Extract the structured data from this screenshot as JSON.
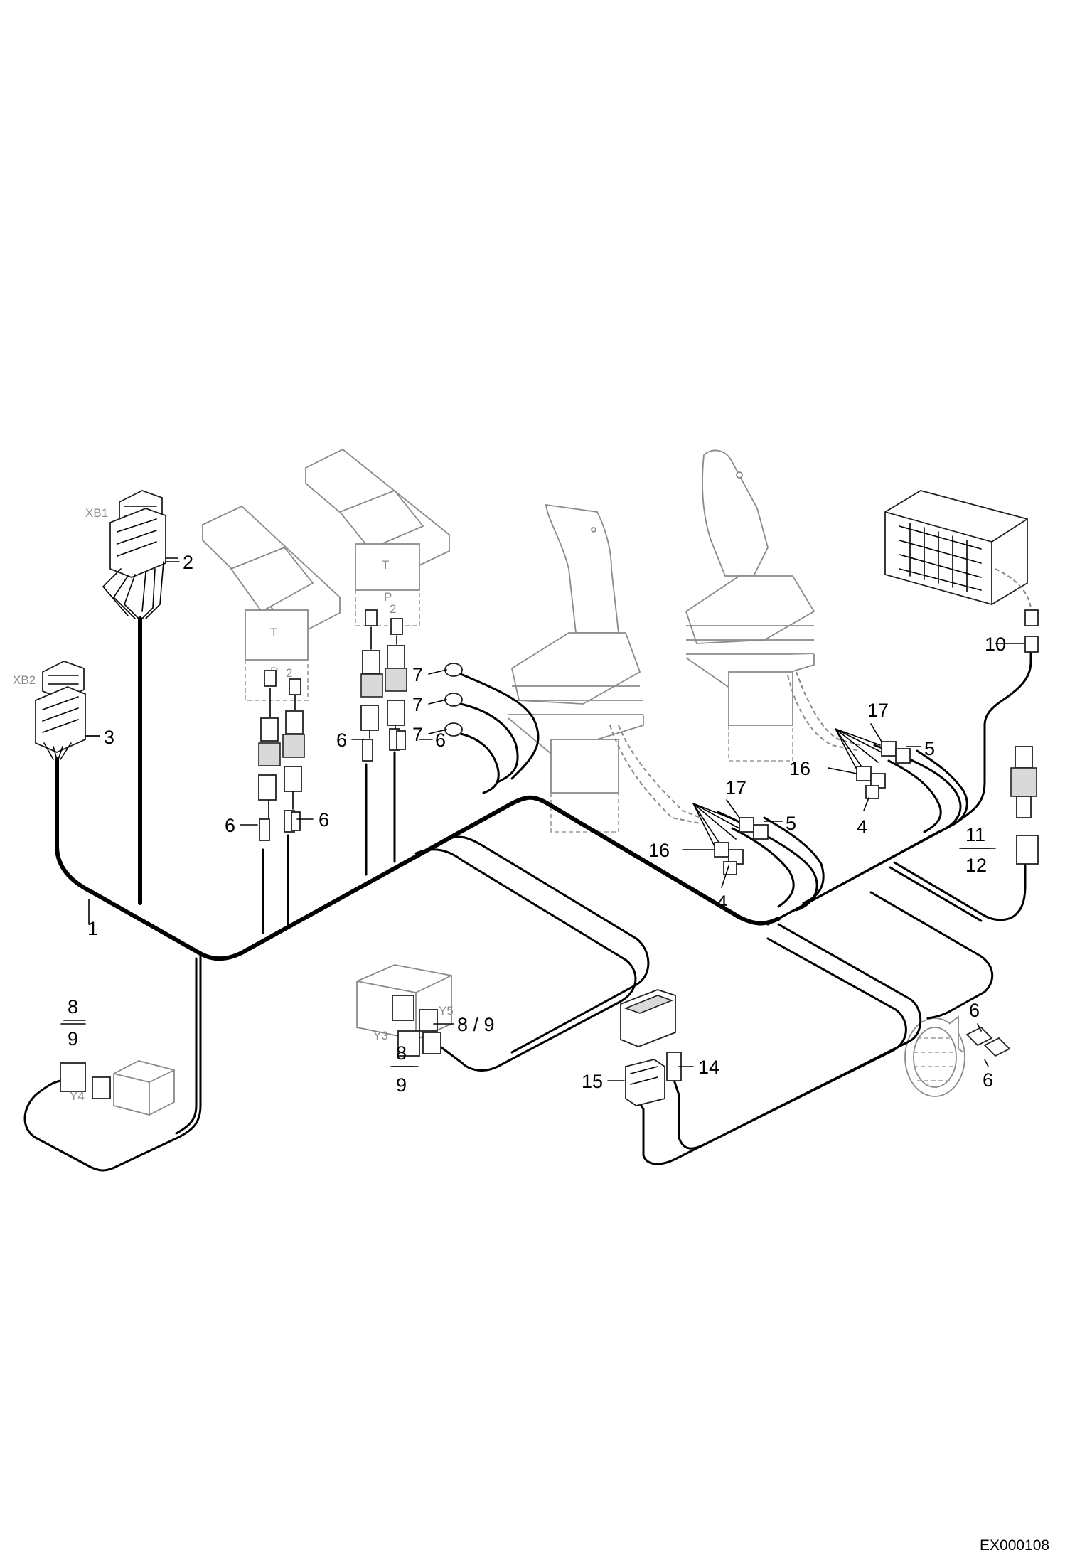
{
  "drawing_code": "EX000108",
  "callouts": {
    "c1": "1",
    "c2": "2",
    "c3": "3",
    "c4a": "4",
    "c4b": "4",
    "c5a": "5",
    "c5b": "5",
    "c6a": "6",
    "c6b": "6",
    "c6c": "6",
    "c6d": "6",
    "c6e": "6",
    "c6f": "6",
    "c7a": "7",
    "c7b": "7",
    "c7c": "7",
    "c8a": "8",
    "c9a": "9",
    "c89": "8 / 9",
    "c8b": "8",
    "c9b": "9",
    "c10": "10",
    "c11": "11",
    "c12": "12",
    "c14": "14",
    "c15": "15",
    "c16a": "16",
    "c16b": "16",
    "c17a": "17",
    "c17b": "17"
  },
  "component_markers": {
    "xb1": "XB1",
    "xb2": "XB2",
    "y3": "Y3",
    "y4": "Y4",
    "y5": "Y5",
    "ped1": "2",
    "ped2": "2"
  }
}
